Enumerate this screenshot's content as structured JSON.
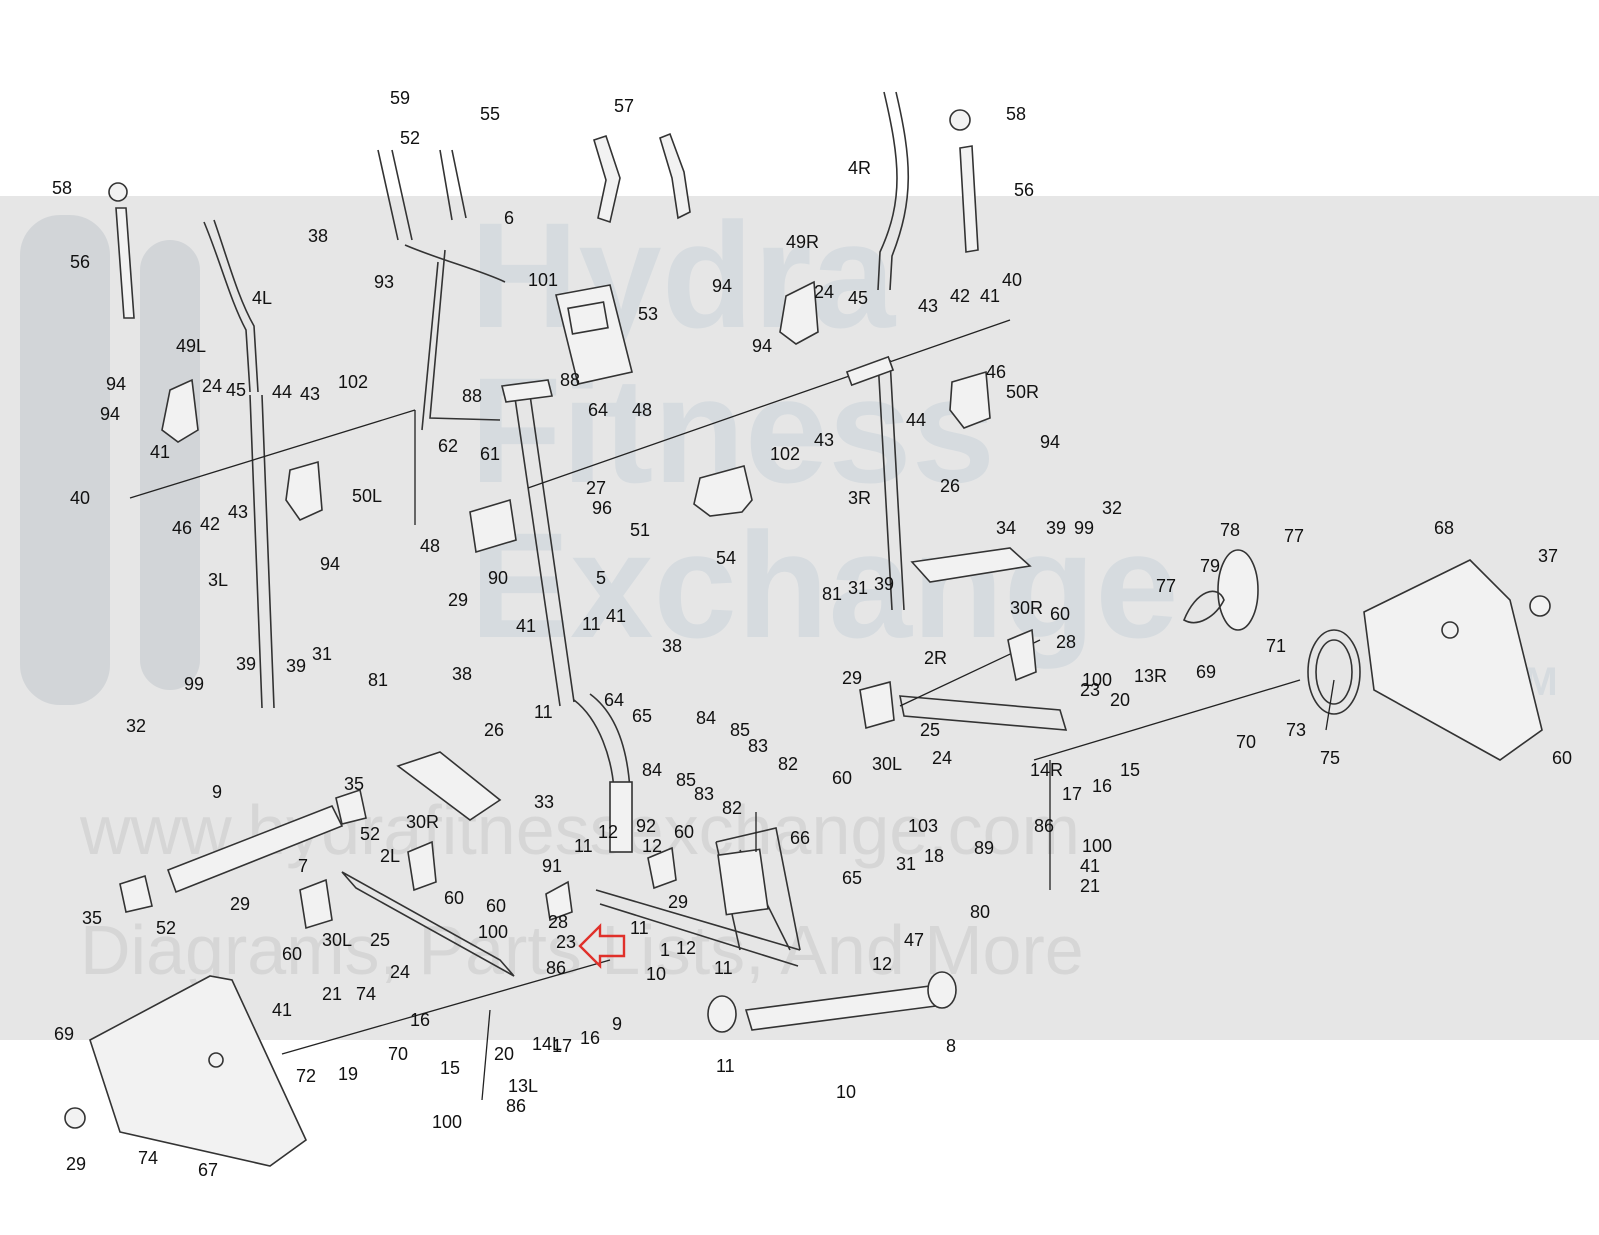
{
  "watermark": {
    "brand_lines": [
      "Hydra",
      "Fitness",
      "Exchange"
    ],
    "url": "www.hydrafitnessexchange.com",
    "tagline": "Diagrams, Parts Lists, And More",
    "trademark": "TM"
  },
  "labels": [
    "58",
    "56",
    "4L",
    "59",
    "52",
    "55",
    "38",
    "93",
    "6",
    "101",
    "57",
    "53",
    "4R",
    "58",
    "56",
    "49R",
    "94",
    "94",
    "24",
    "45",
    "43",
    "42",
    "41",
    "40",
    "46",
    "50R",
    "44",
    "94",
    "49L",
    "94",
    "94",
    "24",
    "45",
    "44",
    "43",
    "102",
    "41",
    "40",
    "46",
    "42",
    "43",
    "50L",
    "94",
    "88",
    "88",
    "64",
    "48",
    "102",
    "43",
    "62",
    "61",
    "27",
    "96",
    "51",
    "54",
    "48",
    "29",
    "90",
    "5",
    "3L",
    "3R",
    "26",
    "34",
    "39",
    "99",
    "32",
    "81",
    "31",
    "39",
    "78",
    "77",
    "77",
    "79",
    "68",
    "37",
    "41",
    "11",
    "41",
    "38",
    "38",
    "11",
    "64",
    "65",
    "99",
    "39",
    "39",
    "31",
    "81",
    "32",
    "30R",
    "60",
    "28",
    "100",
    "23",
    "20",
    "13R",
    "2R",
    "29",
    "25",
    "24",
    "60",
    "30L",
    "69",
    "71",
    "70",
    "73",
    "75",
    "60",
    "26",
    "33",
    "35",
    "9",
    "52",
    "7",
    "35",
    "52",
    "84",
    "85",
    "83",
    "82",
    "84",
    "85",
    "83",
    "82",
    "92",
    "60",
    "12",
    "11",
    "12",
    "91",
    "60",
    "66",
    "65",
    "29",
    "86",
    "100",
    "41",
    "21",
    "14R",
    "17",
    "16",
    "15",
    "103",
    "89",
    "18",
    "80",
    "31",
    "47",
    "30R",
    "60",
    "2L",
    "29",
    "30L",
    "60",
    "25",
    "24",
    "100",
    "28",
    "23",
    "86",
    "1",
    "11",
    "12",
    "11",
    "12",
    "11",
    "8",
    "10",
    "10",
    "9",
    "14L",
    "17",
    "16",
    "20",
    "16",
    "15",
    "13L",
    "86",
    "100",
    "41",
    "21",
    "74",
    "19",
    "70",
    "72",
    "69",
    "74",
    "29",
    "67",
    "37",
    "60"
  ]
}
